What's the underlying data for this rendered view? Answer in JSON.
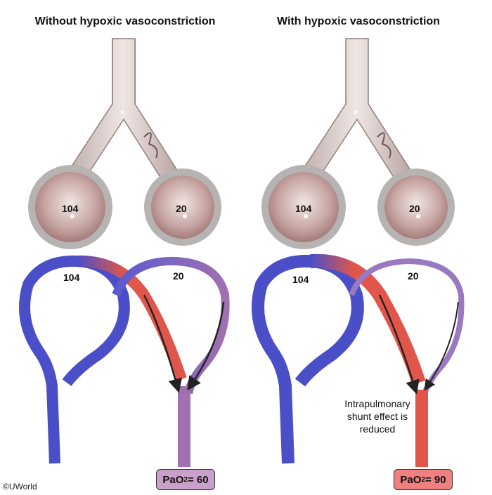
{
  "panels": [
    {
      "title": "Without hypoxic vasoconstriction",
      "alveolus_left_value": "104",
      "alveolus_right_value": "20",
      "vessel_left_value": "104",
      "vessel_right_value": "20",
      "pao2_prefix": "PaO",
      "pao2_sub": "2",
      "pao2_value": " = 60",
      "pao2_color": "#c9a0c9"
    },
    {
      "title": "With hypoxic vasoconstriction",
      "alveolus_left_value": "104",
      "alveolus_right_value": "20",
      "vessel_left_value": "104",
      "vessel_right_value": "20",
      "pao2_prefix": "PaO",
      "pao2_sub": "2",
      "pao2_value": " = 90",
      "pao2_color": "#f08080",
      "note_lines": [
        "Intrapulmonary",
        "shunt effect is",
        "reduced"
      ]
    }
  ],
  "copyright": "©UWorld",
  "colors": {
    "deoxygenated": "#4a4fc8",
    "oxygenated": "#e0564a",
    "mixed": "#a070b0",
    "airway": "#d7c7c5",
    "alveolus_fill": "#a47b78"
  }
}
